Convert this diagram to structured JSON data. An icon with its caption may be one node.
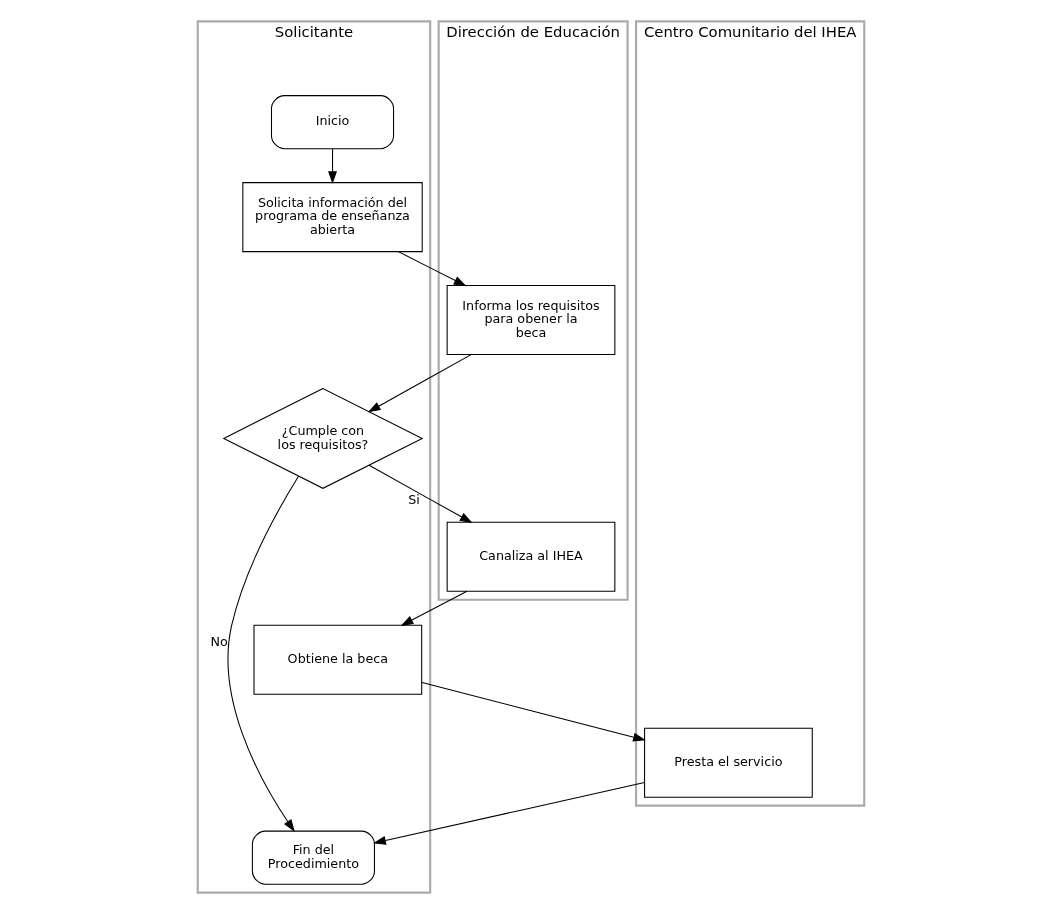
{
  "diagram": {
    "nodes": [
      {
        "text": [
          "Solicitante"
        ]
      },
      {
        "text": [
          "Dirección de Educación"
        ]
      },
      {
        "text": [
          "Centro Comunitario del IHEA"
        ]
      },
      {
        "text": [
          "Inicio"
        ],
        "in": 0
      },
      {
        "text": [
          "Solicita información del programa de enseñanza abierta"
        ],
        "in": 0
      },
      {
        "text": [
          "Informa los requisitos para obener la beca"
        ],
        "in": 1
      },
      {
        "text": [
          "¿Cumple con los requisitos?"
        ],
        "in": 0
      },
      {
        "text": [
          "Canaliza al IHEA"
        ],
        "in": 1
      },
      {
        "text": [
          "Obtiene la beca"
        ],
        "in": 0
      },
      {
        "text": [
          "Presta el servicio"
        ],
        "in": 2
      },
      {
        "text": [
          "Fin del Procedimiento"
        ],
        "in": 0
      }
    ],
    "edges": [
      {
        "from": 3,
        "to": 4,
        "arrow": "to"
      },
      {
        "from": 4,
        "to": 5,
        "arrow": "to"
      },
      {
        "from": 5,
        "to": 6,
        "arrow": "to"
      },
      {
        "from": 6,
        "to": 7,
        "arrow": "to",
        "label": "Si"
      },
      {
        "from": 7,
        "to": 8,
        "arrow": "to"
      },
      {
        "from": 8,
        "to": 9,
        "arrow": "to"
      },
      {
        "from": 6,
        "to": 10,
        "arrow": "to",
        "label": "No"
      },
      {
        "from": 9,
        "to": 10,
        "arrow": "to"
      }
    ]
  }
}
